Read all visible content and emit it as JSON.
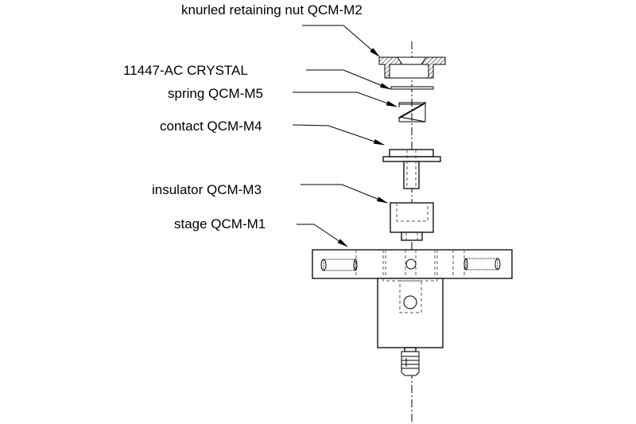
{
  "labels": {
    "nut": "knurled retaining nut  QCM-M2",
    "crystal": "11447-AC  CRYSTAL",
    "spring": "spring QCM-M5",
    "contact": "contact QCM-M4",
    "insulator": "insulator QCM-M3",
    "stage": "stage QCM-M1"
  }
}
